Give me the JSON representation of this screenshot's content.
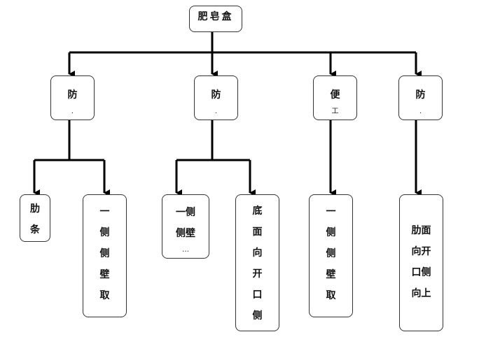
{
  "nodes": {
    "root": [
      "肥皂盒"
    ],
    "l1_1": [
      "防",
      "."
    ],
    "l1_2": [
      "防",
      "."
    ],
    "l1_3": [
      "便",
      "工"
    ],
    "l1_4": [
      "防",
      "."
    ],
    "l2_1": [
      "肋",
      "条"
    ],
    "l2_2": [
      "一",
      "侧",
      "侧",
      "壁",
      "取"
    ],
    "l2_3": [
      "一侧",
      "侧壁",
      "…"
    ],
    "l2_4": [
      "底",
      "面",
      "向",
      "开",
      "口",
      "侧"
    ],
    "l2_5": [
      "一",
      "侧",
      "侧",
      "壁",
      "取"
    ],
    "l2_6": [
      "肋面",
      "向开",
      "口侧",
      "向上"
    ]
  },
  "edges": [
    [
      "root",
      "l1_1"
    ],
    [
      "root",
      "l1_2"
    ],
    [
      "root",
      "l1_3"
    ],
    [
      "root",
      "l1_4"
    ],
    [
      "l1_1",
      "l2_1"
    ],
    [
      "l1_1",
      "l2_2"
    ],
    [
      "l1_2",
      "l2_3"
    ],
    [
      "l1_2",
      "l2_4"
    ],
    [
      "l1_3",
      "l2_5"
    ],
    [
      "l1_4",
      "l2_6"
    ]
  ],
  "colors": {
    "line": "#000000",
    "border": "#333333"
  }
}
